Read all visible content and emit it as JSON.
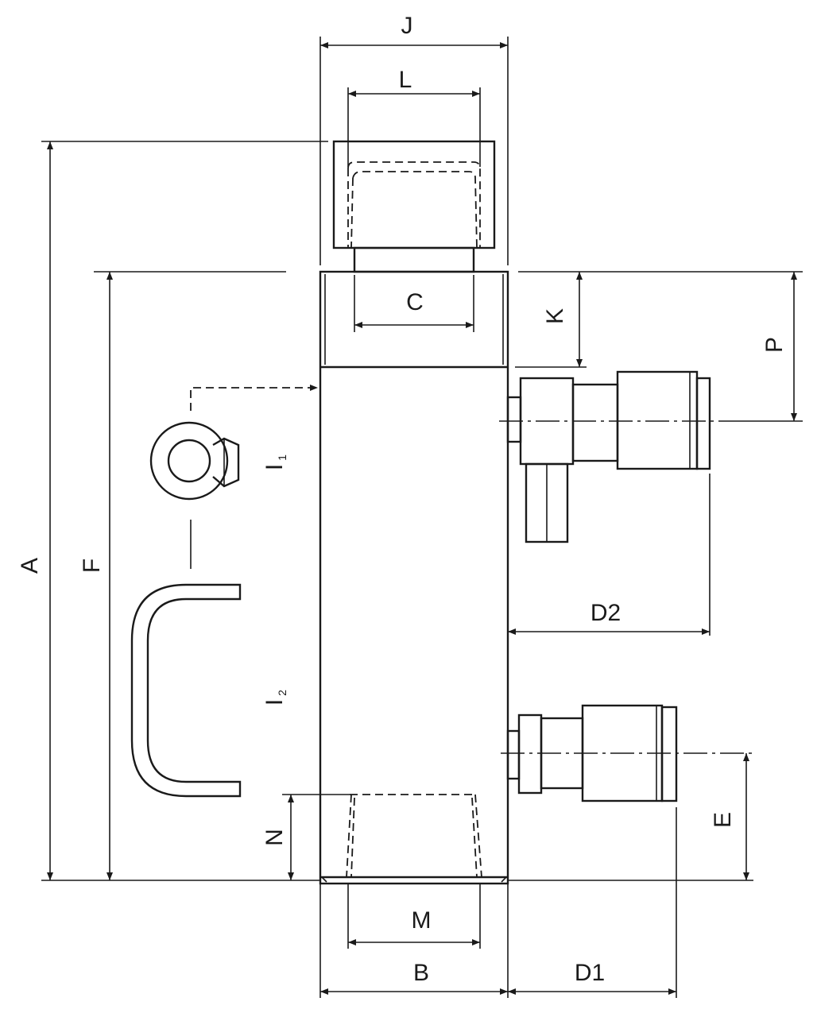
{
  "dimensions": {
    "A": "A",
    "F": "F",
    "J": "J",
    "L": "L",
    "C": "C",
    "K": "K",
    "P": "P",
    "D2": "D2",
    "D1": "D1",
    "E": "E",
    "N": "N",
    "M": "M",
    "B": "B"
  },
  "labels": {
    "l1_main": "I",
    "l1_sub": "1",
    "l2_main": "I",
    "l2_sub": "2"
  },
  "colors": {
    "line": "#1a1a1a",
    "background": "#ffffff"
  }
}
